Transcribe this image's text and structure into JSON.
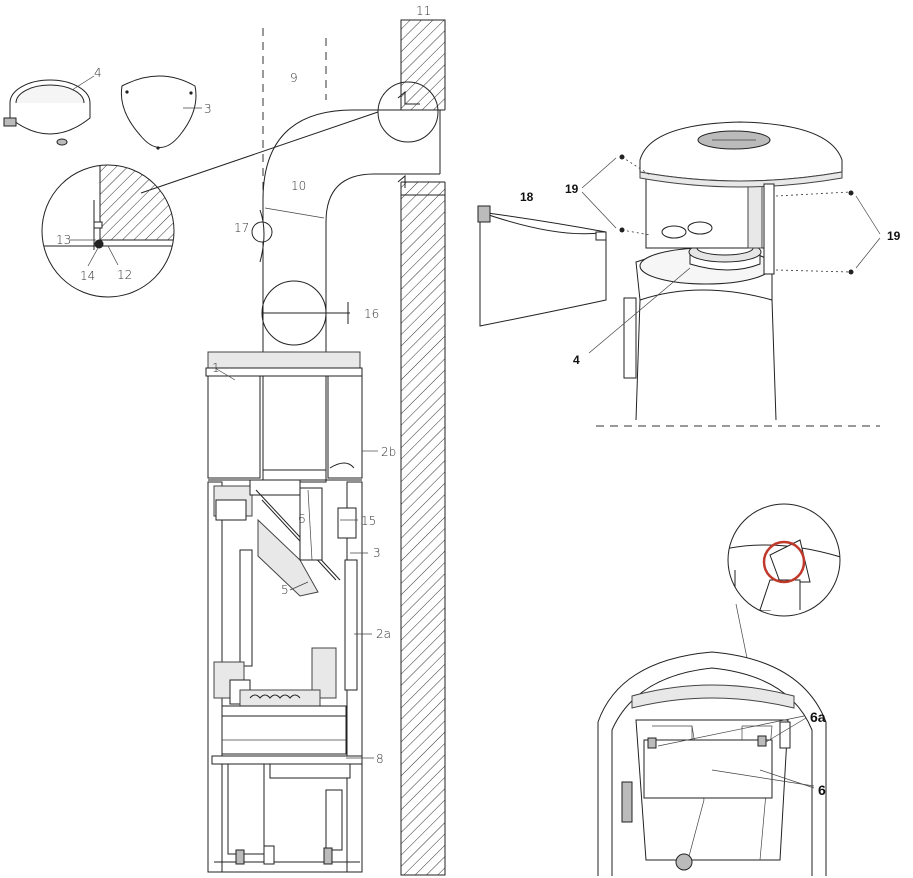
{
  "labels": {
    "ring_4": "4",
    "plate_3": "3",
    "wall_11": "11",
    "space_9": "9",
    "pipe_10": "10",
    "part_17": "17",
    "part_16": "16",
    "detail_13": "13",
    "detail_14": "14",
    "detail_12": "12",
    "part_1": "1",
    "part_2b": "2b",
    "part_6": "6",
    "part_15": "15",
    "part_3_side": "3",
    "part_5": "5",
    "part_2a": "2a",
    "part_8": "8",
    "stove_19_left": "19",
    "stove_19_right": "19",
    "panel_18": "18",
    "stove_4": "4",
    "stove_6a": "6a",
    "stove_6": "6"
  },
  "diagram": {
    "type": "technical-assembly-drawing",
    "views": [
      "flue-connection-section",
      "stove-top-exploded",
      "firebox-interior"
    ]
  }
}
